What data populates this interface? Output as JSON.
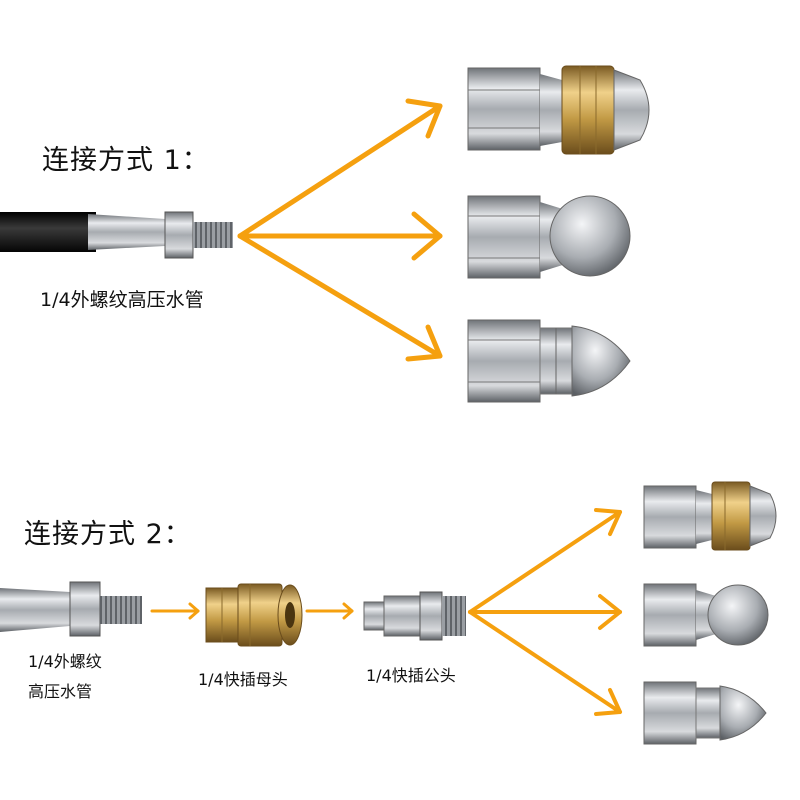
{
  "section1": {
    "title": "连接方式 1：",
    "hose_label": "1/4外螺纹高压水管"
  },
  "section2": {
    "title": "连接方式 2：",
    "hose_label_line1": "1/4外螺纹",
    "hose_label_line2": "高压水管",
    "female_label": "1/4快插母头",
    "male_label": "1/4快插公头"
  },
  "colors": {
    "arrow": "#f5a00f",
    "brass": "#c9a24a",
    "steel": "#b9bcc0",
    "hose": "#1d1d1d"
  }
}
